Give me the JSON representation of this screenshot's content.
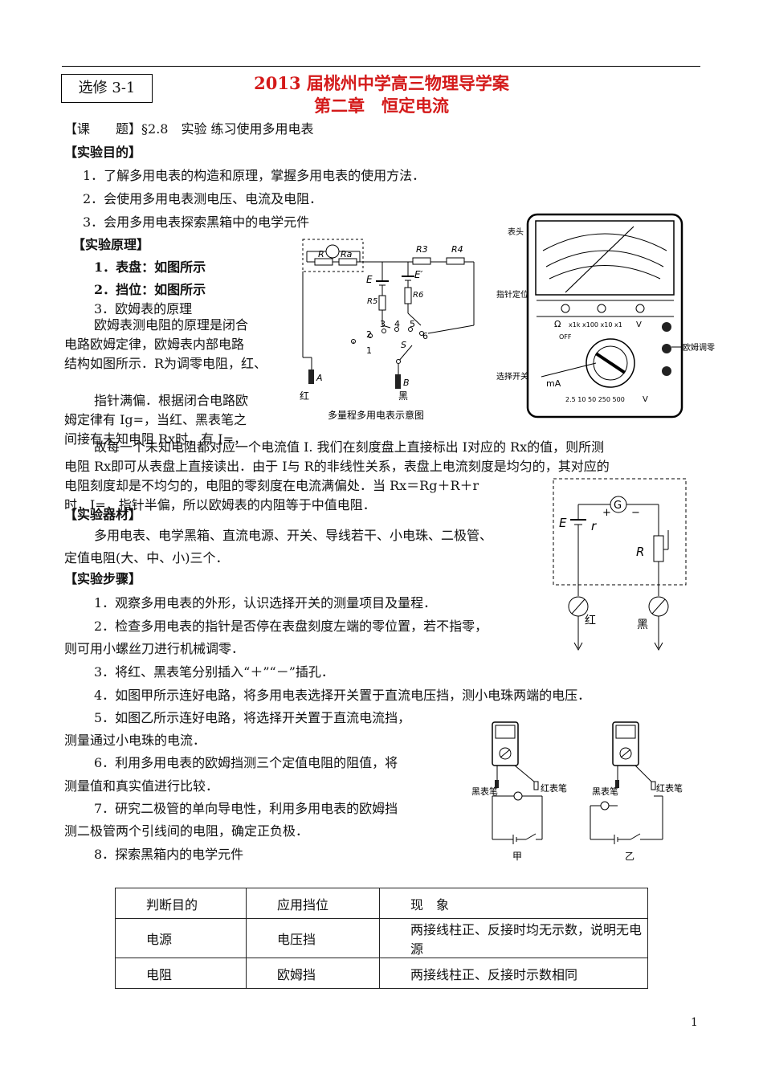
{
  "header": {
    "tag": "选修 3-1",
    "title_line1": "2013 届桃州中学高三物理导学案",
    "title_line2": "第二章　恒定电流"
  },
  "topic": {
    "label": "【课　　题】",
    "text": "§2.8　实验 练习使用多用电表"
  },
  "purpose": {
    "heading": "【实验目的】",
    "items": [
      "1．了解多用电表的构造和原理，掌握多用电表的使用方法．",
      "2．会使用多用电表测电压、电流及电阻．",
      "3．会用多用电表探索黑箱中的电学元件"
    ]
  },
  "principle": {
    "heading": "【实验原理】",
    "item1": "1．表盘：如图所示",
    "item2": "2．挡位：如图所示",
    "item3": "3．欧姆表的原理",
    "para1": [
      "欧姆表测电阻的原理是闭合",
      "电路欧姆定律，欧姆表内部电路",
      "结构如图所示．R为调零电阻，红、"
    ],
    "para2": [
      "指针满偏．根据闭合电路欧",
      "姆定律有 Ig=，当红、黑表笔之",
      "间接有未知电阻 Rx时，有 I=，"
    ],
    "para3": [
      "故每一个未知电阻都对应一个电流值 I. 我们在刻度盘上直接标出 I对应的 Rx的值，则所测",
      "电阻 Rx即可从表盘上直接读出．由于 I与 R的非线性关系，表盘上电流刻度是均匀的，其对应的",
      "电阻刻度却是不均匀的，电阻的零刻度在电流满偏处．当 Rx＝Rg＋R＋r",
      "时，I=，指针半偏，所以欧姆表的内阻等于中值电阻．"
    ]
  },
  "equipment": {
    "heading": "【实验器材】",
    "lines": [
      "多用电表、电学黑箱、直流电源、开关、导线若干、小电珠、二极管、",
      "定值电阻(大、中、小)三个．"
    ]
  },
  "steps": {
    "heading": "【实验步骤】",
    "lines": [
      "1．观察多用电表的外形，认识选择开关的测量项目及量程．",
      "2．检查多用电表的指针是否停在表盘刻度左端的零位置，若不指零，",
      "则可用小螺丝刀进行机械调零．",
      "3．将红、黑表笔分别插入“＋”“－”插孔．",
      "4．如图甲所示连好电路，将多用电表选择开关置于直流电压挡，测小电珠两端的电压．",
      "5．如图乙所示连好电路，将选择开关置于直流电流挡，",
      "测量通过小电珠的电流．",
      "6．利用多用电表的欧姆挡测三个定值电阻的阻值，将",
      "测量值和真实值进行比较．",
      "7．研究二极管的单向导电性，利用多用电表的欧姆挡",
      "测二极管两个引线间的电阻，确定正负极．",
      "8．探索黑箱内的电学元件"
    ]
  },
  "figures": {
    "multirange": {
      "caption": "多量程多用电表示意图",
      "R": "R",
      "Ra": "Ra",
      "R3": "R3",
      "R4": "R4",
      "E": "E",
      "E2": "E′",
      "R5": "R5",
      "R6": "R6",
      "n1": "1",
      "n2": "2",
      "n3": "3",
      "n4": "4",
      "n5": "5",
      "n6": "6",
      "S": "S",
      "A": "A",
      "B": "B",
      "red": "红",
      "black": "黑"
    },
    "meter": {
      "label_face": "表头",
      "label_screw": "指针定位螺丝",
      "label_switch": "选择开关",
      "label_knob": "欧姆调零旋钮",
      "omega": "Ω",
      "v": "V",
      "ma": "mA",
      "range_row": "x1k x100 x10 x1",
      "off": "OFF",
      "bottom_scale": "2.5  10  50  250  500",
      "bottom_v": "V"
    },
    "ohmmeter": {
      "E": "E",
      "r": "r",
      "G": "G",
      "R": "R",
      "plus": "+",
      "minus": "−",
      "red": "红",
      "black": "黑"
    },
    "circuits": {
      "black_probe": "黑表笔",
      "red_probe": "红表笔",
      "a": "甲",
      "b": "乙"
    }
  },
  "table": {
    "headers": [
      "判断目的",
      "应用挡位",
      "现　象"
    ],
    "rows": [
      [
        "电源",
        "电压挡",
        "两接线柱正、反接时均无示数，说明无电源"
      ],
      [
        "电阻",
        "欧姆挡",
        "两接线柱正、反接时示数相同"
      ]
    ]
  },
  "page_number": "1"
}
